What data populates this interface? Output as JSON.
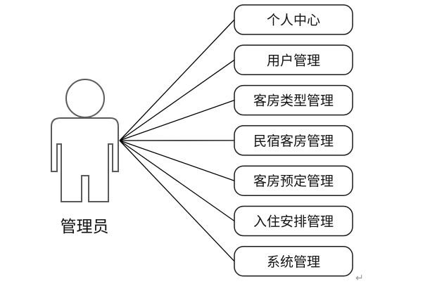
{
  "actor": {
    "label": "管理员",
    "icon": "person-icon"
  },
  "use_cases": [
    {
      "label": "个人中心"
    },
    {
      "label": "用户管理"
    },
    {
      "label": "客房类型管理"
    },
    {
      "label": "民宿客房管理"
    },
    {
      "label": "客房预定管理"
    },
    {
      "label": "入住安排管理"
    },
    {
      "label": "系统管理"
    }
  ],
  "paragraph_mark": "↵"
}
